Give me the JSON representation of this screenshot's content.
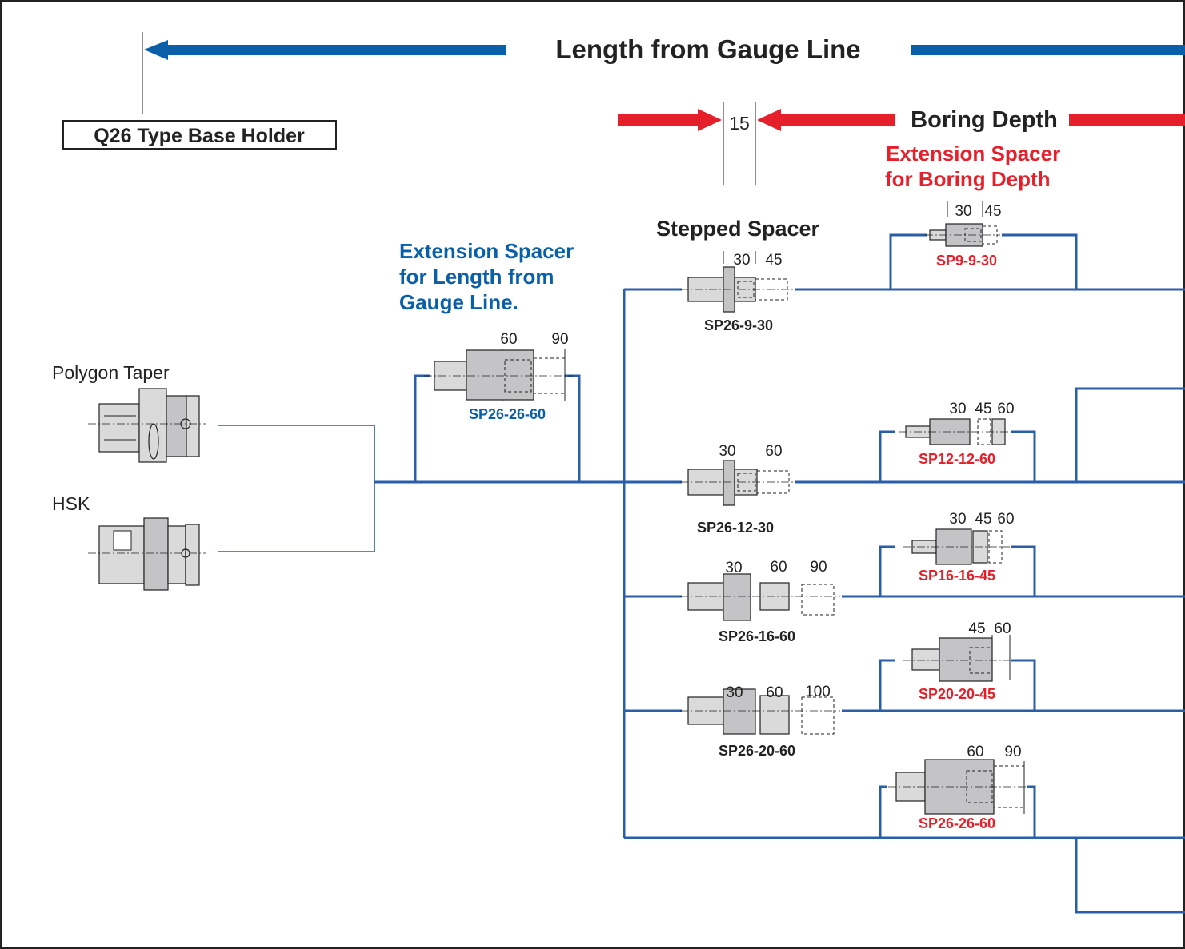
{
  "header": {
    "gauge_title": "Length from Gauge Line",
    "base_holder": "Q26 Type Base Holder",
    "boring_depth": "Boring Depth",
    "dim_15": "15"
  },
  "sections": {
    "ext_gauge_label": [
      "Extension Spacer",
      "for Length from",
      "Gauge Line."
    ],
    "ext_boring_label": [
      "Extension Spacer",
      "for Boring Depth"
    ],
    "stepped_label": "Stepped Spacer"
  },
  "holders": [
    {
      "label": "Polygon Taper"
    },
    {
      "label": "HSK"
    }
  ],
  "parts": {
    "gauge_ext": {
      "code": "SP26-26-60",
      "dims": [
        "60",
        "90"
      ]
    },
    "stepped": [
      {
        "code": "SP26-9-30",
        "dims": [
          "30",
          "45"
        ]
      },
      {
        "code": "SP26-12-30",
        "dims": [
          "30",
          "60"
        ]
      },
      {
        "code": "SP26-16-60",
        "dims": [
          "30",
          "60",
          "90"
        ]
      },
      {
        "code": "SP26-20-60",
        "dims": [
          "30",
          "60",
          "100"
        ]
      }
    ],
    "boring": [
      {
        "code": "SP9-9-30",
        "dims": [
          "30",
          "45"
        ]
      },
      {
        "code": "SP12-12-60",
        "dims": [
          "30",
          "45",
          "60"
        ]
      },
      {
        "code": "SP16-16-45",
        "dims": [
          "30",
          "45",
          "60"
        ]
      },
      {
        "code": "SP20-20-45",
        "dims": [
          "45",
          "60"
        ]
      },
      {
        "code": "SP26-26-60",
        "dims": [
          "60",
          "90"
        ]
      }
    ]
  },
  "colors": {
    "blue": "#0a5fa9",
    "red": "#e5202a",
    "line_blue": "#2a5ea8",
    "part_gray": "#dadadb"
  }
}
